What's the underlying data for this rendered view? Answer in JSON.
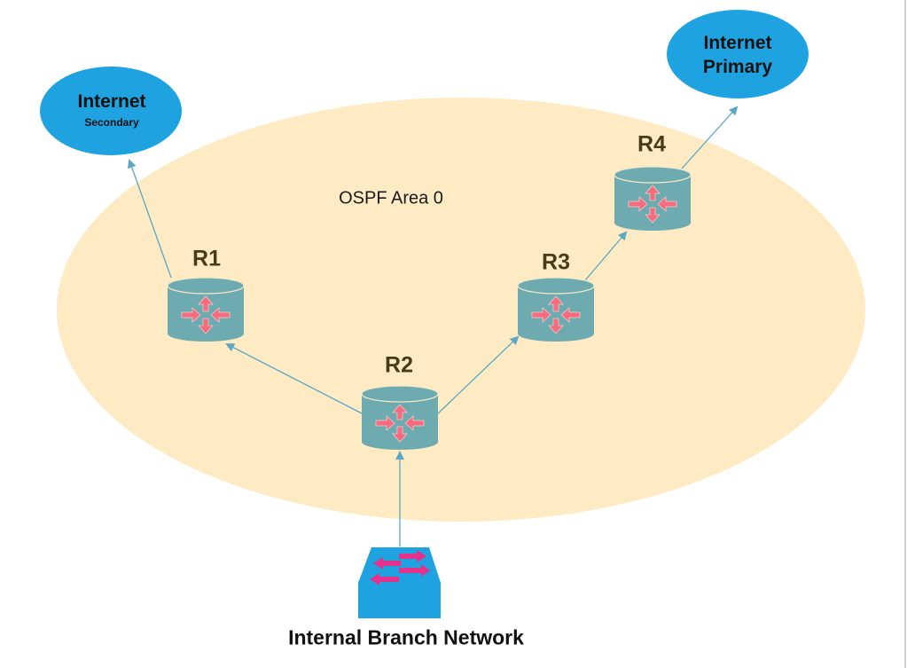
{
  "diagram": {
    "area": {
      "label": "OSPF Area 0",
      "fill": "#feebc4"
    },
    "clouds": [
      {
        "id": "internet-secondary",
        "title": "Internet",
        "subtitle": "Secondary",
        "fill": "#1ea2e0"
      },
      {
        "id": "internet-primary",
        "title": "Internet",
        "subtitle": "Primary",
        "fill": "#1ea2e0"
      }
    ],
    "routers": [
      {
        "id": "R1",
        "label": "R1"
      },
      {
        "id": "R2",
        "label": "R2"
      },
      {
        "id": "R3",
        "label": "R3"
      },
      {
        "id": "R4",
        "label": "R4"
      }
    ],
    "switch": {
      "id": "branch-switch",
      "label": "Internal Branch Network",
      "fill": "#1ea2e0"
    },
    "links": [
      {
        "from": "branch-switch",
        "to": "R2"
      },
      {
        "from": "R2",
        "to": "R1"
      },
      {
        "from": "R2",
        "to": "R3"
      },
      {
        "from": "R3",
        "to": "R4"
      },
      {
        "from": "R1",
        "to": "internet-secondary"
      },
      {
        "from": "R4",
        "to": "internet-primary"
      }
    ],
    "colors": {
      "router_body": "#6eabb1",
      "router_arrows": "#f36c7f",
      "link": "#5ba7c4",
      "switch_arrows": "#e6318c"
    }
  }
}
